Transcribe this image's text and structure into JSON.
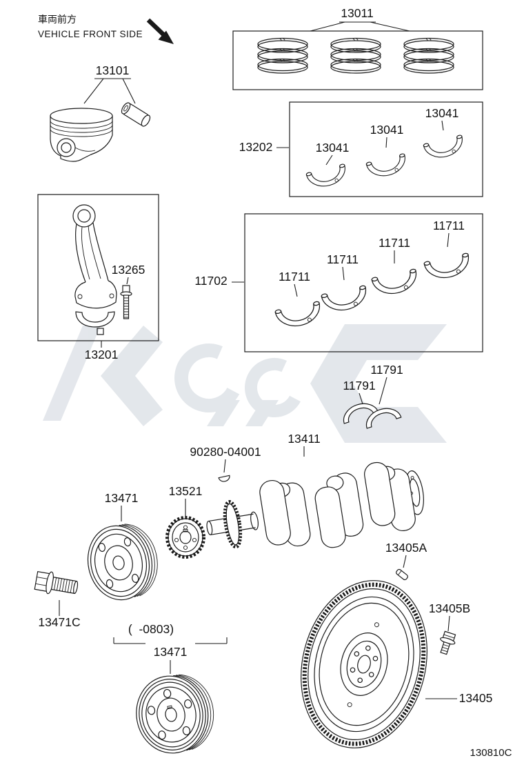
{
  "header": {
    "front_jp": "車両前方",
    "front_en": "VEHICLE FRONT SIDE"
  },
  "labels": {
    "l13011": "13011",
    "l13101": "13101",
    "l13202": "13202",
    "l13041a": "13041",
    "l13041b": "13041",
    "l13041c": "13041",
    "l13265": "13265",
    "l13201": "13201",
    "l11702": "11702",
    "l11711a": "11711",
    "l11711b": "11711",
    "l11711c": "11711",
    "l11711d": "11711",
    "l11791a": "11791",
    "l11791b": "11791",
    "l13411": "13411",
    "l90280": "90280-04001",
    "l13521": "13521",
    "l13471": "13471",
    "l13471c": "13471C",
    "range_0803": "(  -0803)",
    "l13471old": "13471",
    "l13405a": "13405A",
    "l13405b": "13405B",
    "l13405": "13405"
  },
  "footer": {
    "code": "130810C"
  },
  "colors": {
    "ink": "#1a1a1a",
    "watermark": "#c9d0d9"
  }
}
